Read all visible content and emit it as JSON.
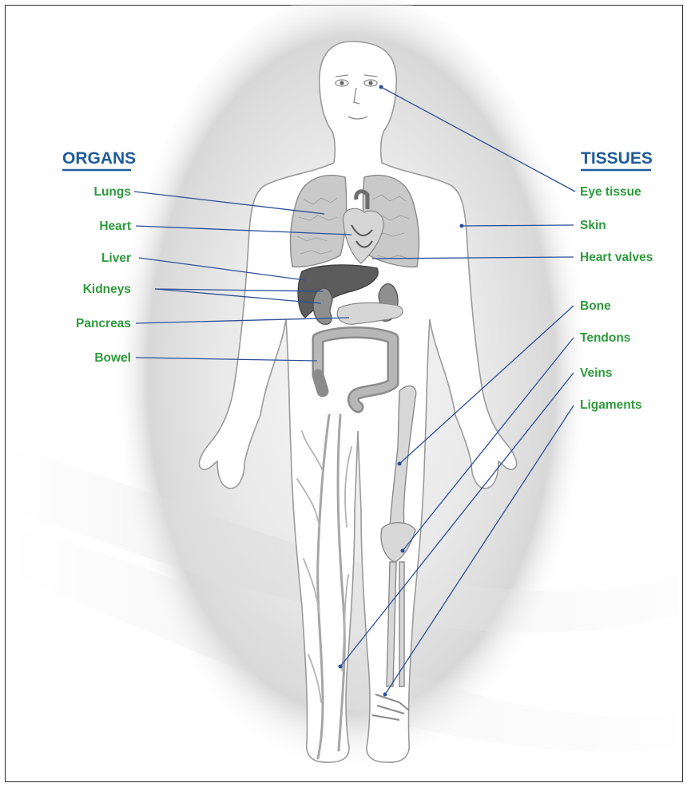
{
  "headings": {
    "organs": "ORGANS",
    "tissues": "TISSUES"
  },
  "organs": [
    "Lungs",
    "Heart",
    "Liver",
    "Kidneys",
    "Pancreas",
    "Bowel"
  ],
  "tissues": [
    "Eye tissue",
    "Skin",
    "Heart valves",
    "Bone",
    "Tendons",
    "Veins",
    "Ligaments"
  ],
  "colors": {
    "heading": "#1f5c9a",
    "label": "#2e9a3c",
    "leader": "#2c4f9a"
  }
}
